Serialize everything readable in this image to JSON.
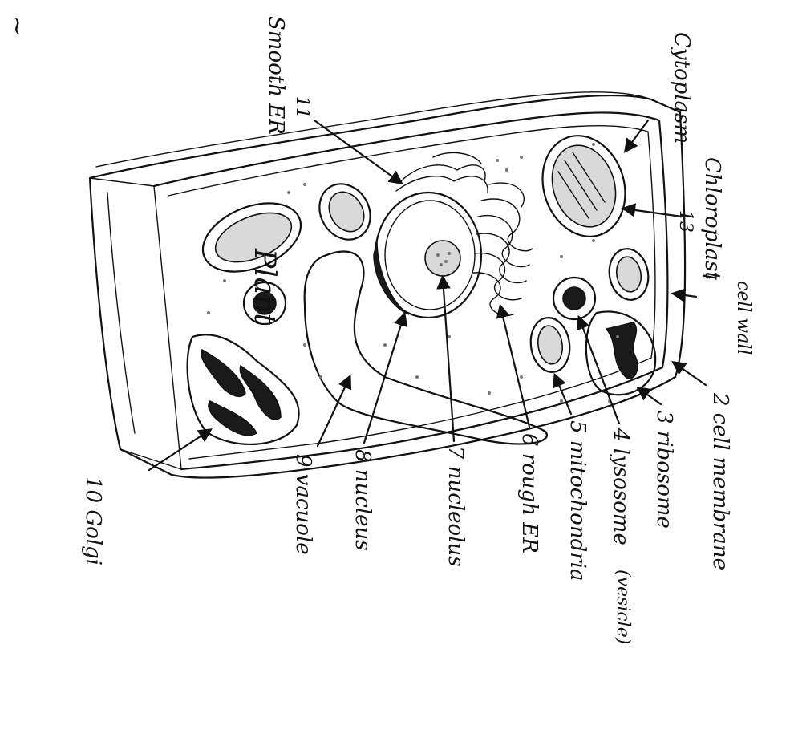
{
  "diagram": {
    "corner_mark": "~",
    "title": "Plant",
    "labels": {
      "cytoplasm": "Cytoplasm",
      "chloroplast": "Chloroplast",
      "chloroplast_num": "13",
      "cell_wall": "cell wall",
      "cell_wall_num": "1",
      "smooth_er_num": "11",
      "smooth_er": "Smooth ER",
      "cell_membrane": "2 cell membrane",
      "ribosome": "3 ribosome",
      "lysosome": "4 lysosome",
      "lysosome_note": "(vesicle)",
      "mitochondria": "5 mitochondria",
      "rough_er": "6 rough ER",
      "nucleolus": "7 nucleolus",
      "nucleus": "8 nucleus",
      "vacuole": "9 vacuole",
      "golgi": "10 Golgi"
    }
  }
}
